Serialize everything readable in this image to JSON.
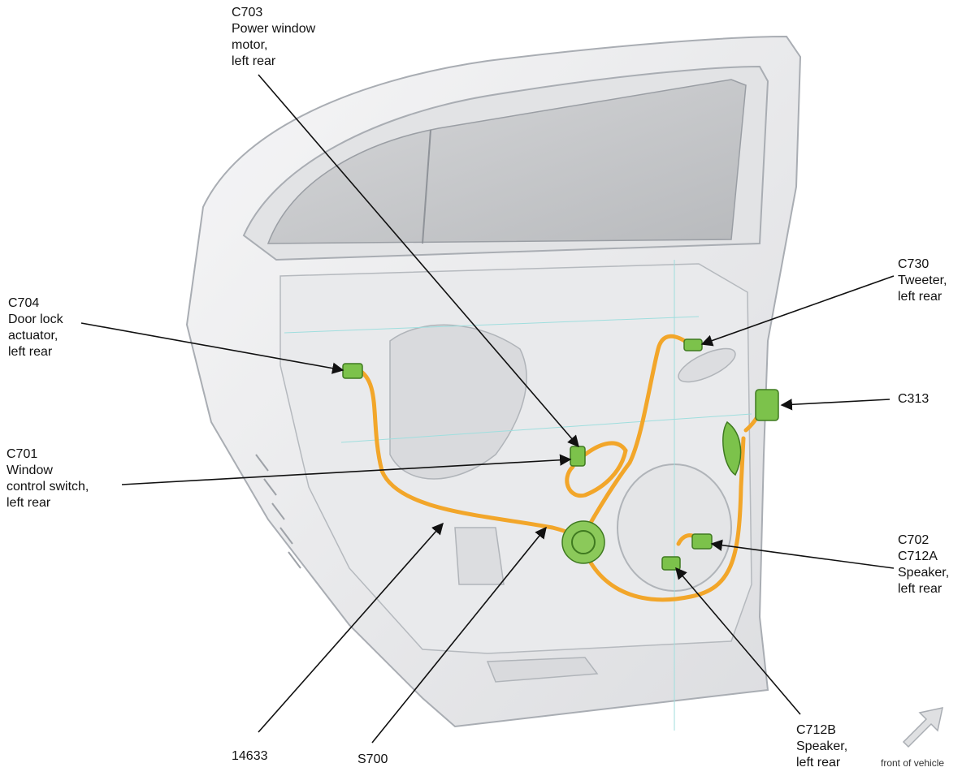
{
  "labels": {
    "c703": [
      "C703",
      "Power window",
      "motor,",
      "left rear"
    ],
    "c704": [
      "C704",
      "Door lock",
      "actuator,",
      "left rear"
    ],
    "c701": [
      "C701",
      "Window",
      "control switch,",
      "left rear"
    ],
    "c730": [
      "C730",
      "Tweeter,",
      "left rear"
    ],
    "c313": [
      "C313"
    ],
    "c702": [
      "C702",
      "C712A",
      "Speaker,",
      "left rear"
    ],
    "c712b": [
      "C712B",
      "Speaker,",
      "left rear"
    ],
    "n14633": [
      "14633"
    ],
    "s700": [
      "S700"
    ],
    "front": [
      "front of vehicle"
    ]
  },
  "colors": {
    "panel": "#ececee",
    "panel_edge": "#b8bcc2",
    "glass": "#c9cbcd",
    "harness": "#f2a62a",
    "connector": "#7cc24b",
    "leader": "#111111",
    "guide": "#9fdede"
  },
  "icons": {
    "front_arrow": "front-arrow-icon"
  }
}
